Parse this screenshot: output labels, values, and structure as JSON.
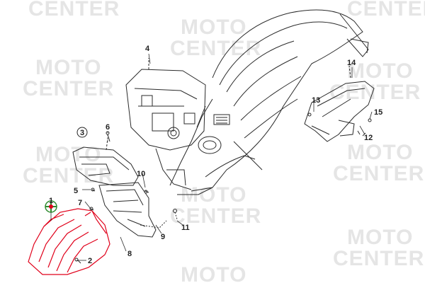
{
  "watermark": {
    "line1": "MOTO",
    "line2": "CENTER"
  },
  "callouts": {
    "c1": "1",
    "c2": "2",
    "c3": "3",
    "c4": "4",
    "c5": "5",
    "c6": "6",
    "c7": "7",
    "c8": "8",
    "c9": "9",
    "c10": "10",
    "c11": "11",
    "c12": "12",
    "c13": "13",
    "c14": "14",
    "c15": "15"
  },
  "colors": {
    "highlight": "#e0001a",
    "line": "#2a2a2a",
    "watermark": "#e3e3e3",
    "marker": "#2e8b2e"
  },
  "highlighted_part": "1"
}
